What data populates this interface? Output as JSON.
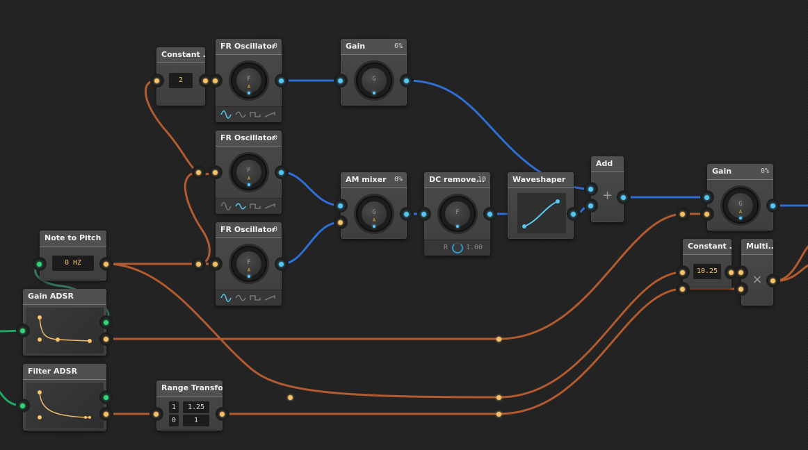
{
  "colors": {
    "cv_wire": "#b25a30",
    "audio_wire": "#2f6fd4",
    "gate_wire": "#1fa864",
    "cv_port": "#f5c16a",
    "audio_port": "#55c6f5",
    "gate_port": "#33d57a"
  },
  "nodes": {
    "constant1": {
      "title": "Constant ...",
      "value": "2"
    },
    "fr_osc1": {
      "title": "FR Oscillator",
      "value": "0",
      "knob": "F",
      "knob_sub": "A"
    },
    "fr_osc2": {
      "title": "FR Oscillator",
      "value": "0",
      "knob": "F",
      "knob_sub": "A"
    },
    "fr_osc3": {
      "title": "FR Oscillator",
      "value": "0",
      "knob": "F",
      "knob_sub": "A"
    },
    "gain1": {
      "title": "Gain",
      "value": "6%",
      "knob": "G"
    },
    "am_mixer": {
      "title": "AM mixer",
      "value": "0%",
      "knob": "G",
      "knob_sub": "A"
    },
    "dc_remover": {
      "title": "DC remove...",
      "value": "10",
      "knob": "F",
      "r_label": "R",
      "r_value": "1.00"
    },
    "waveshaper": {
      "title": "Waveshaper"
    },
    "add": {
      "title": "Add",
      "symbol": "+"
    },
    "gain2": {
      "title": "Gain",
      "value": "0%",
      "knob": "G",
      "knob_sub": "A"
    },
    "note_to_pitch": {
      "title": "Note to Pitch",
      "value": "0 HZ"
    },
    "gain_adsr": {
      "title": "Gain ADSR"
    },
    "filter_adsr": {
      "title": "Filter ADSR"
    },
    "range_transform": {
      "title": "Range Transfo...",
      "in_min": "1",
      "out_min": "1.25",
      "in_max": "0",
      "out_max": "1"
    },
    "constant2": {
      "title": "Constant ...",
      "value": "10.25"
    },
    "multiply": {
      "title": "Multi...",
      "symbol": "×"
    }
  },
  "wave_icons": [
    "sine-wave-icon",
    "triangle-wave-icon",
    "square-wave-icon",
    "sawtooth-wave-icon"
  ]
}
